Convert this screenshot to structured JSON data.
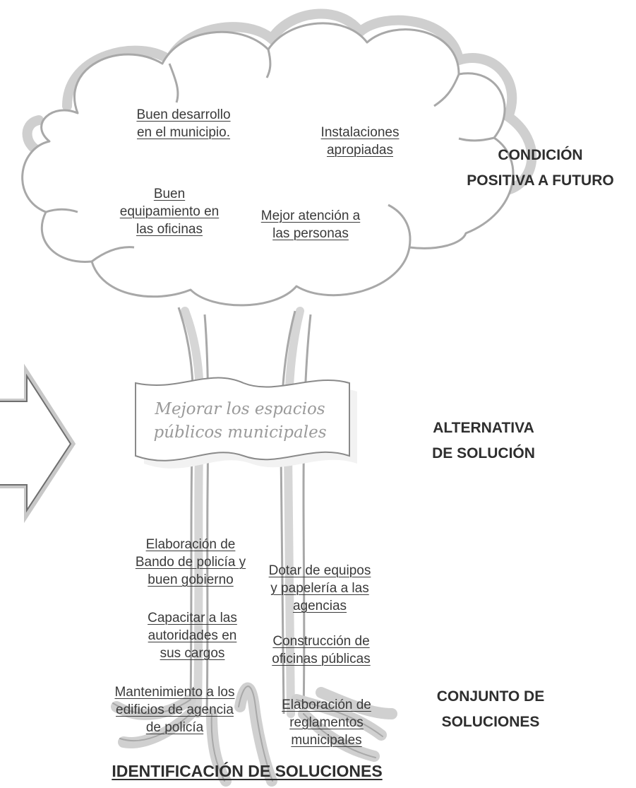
{
  "cloud_labels": {
    "desarrollo": [
      "Buen desarrollo",
      "en el municipio."
    ],
    "instalaciones": [
      "Instalaciones",
      "apropiadas"
    ],
    "equipamiento": [
      "Buen",
      "equipamiento en",
      "las oficinas"
    ],
    "atencion": [
      "Mejor atención a",
      "las personas"
    ]
  },
  "banner": [
    "Mejorar los espacios",
    "públicos municipales"
  ],
  "side_labels": {
    "condicion": [
      "CONDICIÓN",
      "POSITIVA A FUTURO"
    ],
    "alternativa": [
      "ALTERNATIVA",
      "DE SOLUCIÓN"
    ],
    "conjunto": [
      "CONJUNTO DE",
      "SOLUCIONES"
    ]
  },
  "root_labels": {
    "bando": [
      "Elaboración de",
      "Bando de policía y",
      "buen gobierno"
    ],
    "dotar": [
      "Dotar de  equipos",
      "y papelería a las",
      "agencias"
    ],
    "capacitar": [
      "Capacitar a las",
      "autoridades en",
      "sus cargos"
    ],
    "construccion": [
      "Construcción de",
      "oficinas públicas"
    ],
    "mantenimiento": [
      "Mantenimiento a los",
      "edificios de agencia",
      "de policía"
    ],
    "reglamentos": [
      "Elaboración de",
      "reglamentos",
      "municipales"
    ]
  },
  "footer_title": "IDENTIFICACIÓN DE SOLUCIONES",
  "colors": {
    "outline": "#a8a8a8",
    "shadow": "#cfcfcf",
    "text": "#3a3a3a",
    "heading": "#2e2e2e"
  }
}
